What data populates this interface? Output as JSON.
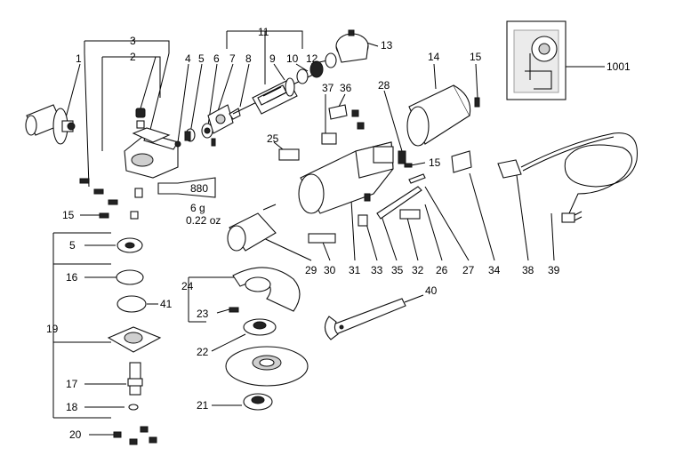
{
  "callouts": {
    "p1": "1",
    "p2": "2",
    "p3": "3",
    "p4": "4",
    "p5a": "5",
    "p5b": "5",
    "p6": "6",
    "p7": "7",
    "p8": "8",
    "p9": "9",
    "p10": "10",
    "p11": "11",
    "p12": "12",
    "p13": "13",
    "p14": "14",
    "p15a": "15",
    "p15b": "15",
    "p15c": "15",
    "p16": "16",
    "p17": "17",
    "p18": "18",
    "p19": "19",
    "p20": "20",
    "p21": "21",
    "p22": "22",
    "p23": "23",
    "p24": "24",
    "p25": "25",
    "p26": "26",
    "p27": "27",
    "p28": "28",
    "p29": "29",
    "p30": "30",
    "p31": "31",
    "p32": "32",
    "p33": "33",
    "p34": "34",
    "p35": "35",
    "p36": "36",
    "p37": "37",
    "p38": "38",
    "p39": "39",
    "p40": "40",
    "p41": "41",
    "p1001": "1001"
  },
  "grease_tube": {
    "code": "880",
    "weight_g": "6 g",
    "weight_oz": "0.22 oz"
  }
}
